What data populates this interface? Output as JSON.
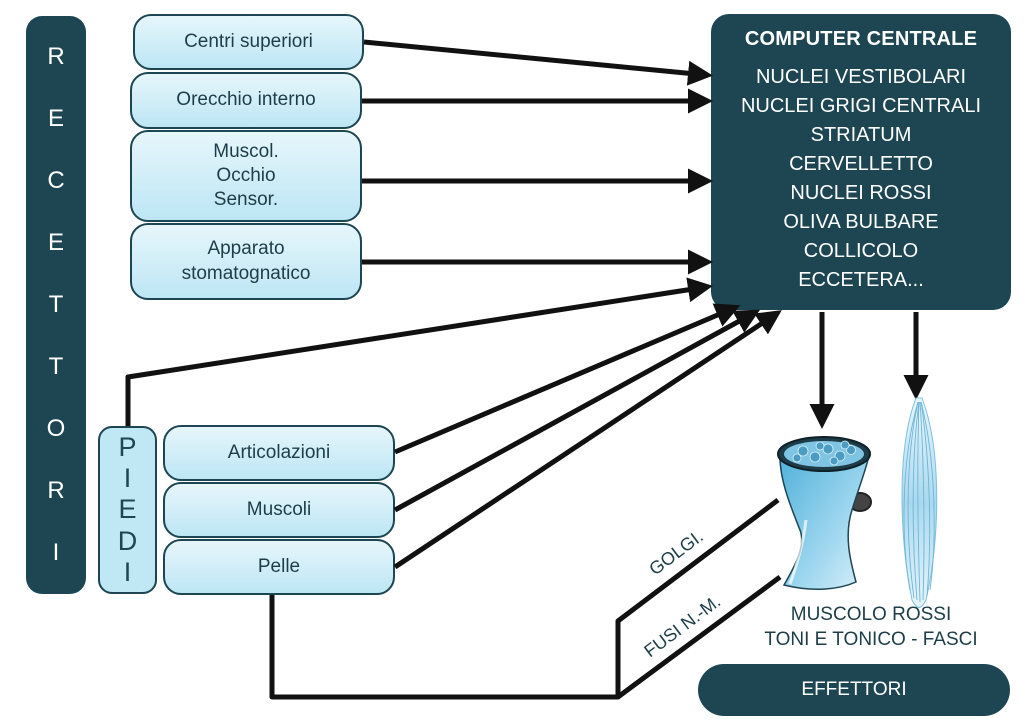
{
  "recettori": [
    "R",
    "E",
    "C",
    "E",
    "T",
    "T",
    "O",
    "R",
    "I"
  ],
  "piedi": [
    "P",
    "I",
    "E",
    "D",
    "I"
  ],
  "upper_inputs": {
    "centri": "Centri superiori",
    "orecchio": "Orecchio interno",
    "muscol_lines": [
      "Muscol.",
      "Occhio",
      "Sensor."
    ],
    "apparato_lines": [
      "Apparato",
      "stomatognatico"
    ]
  },
  "lower_inputs": {
    "articolazioni": "Articolazioni",
    "muscoli": "Muscoli",
    "pelle": "Pelle"
  },
  "computer": {
    "title": "COMPUTER CENTRALE",
    "items": [
      "NUCLEI VESTIBOLARI",
      "NUCLEI GRIGI CENTRALI",
      "STRIATUM",
      "CERVELLETTO",
      "NUCLEI ROSSI",
      "OLIVA BULBARE",
      "COLLICOLO",
      "ECCETERA..."
    ]
  },
  "feedback": {
    "golgi": "GOLGI.",
    "fusi": "FUSI N.-M."
  },
  "muscle_caption": [
    "MUSCOLO ROSSI",
    "TONI E TONICO - FASCI"
  ],
  "effettori": "EFFETTORI",
  "colors": {
    "dark": "#1d4652",
    "pill_fill": "#bde6f4",
    "arrow": "#111111",
    "muscle": "#5fb8dd"
  }
}
